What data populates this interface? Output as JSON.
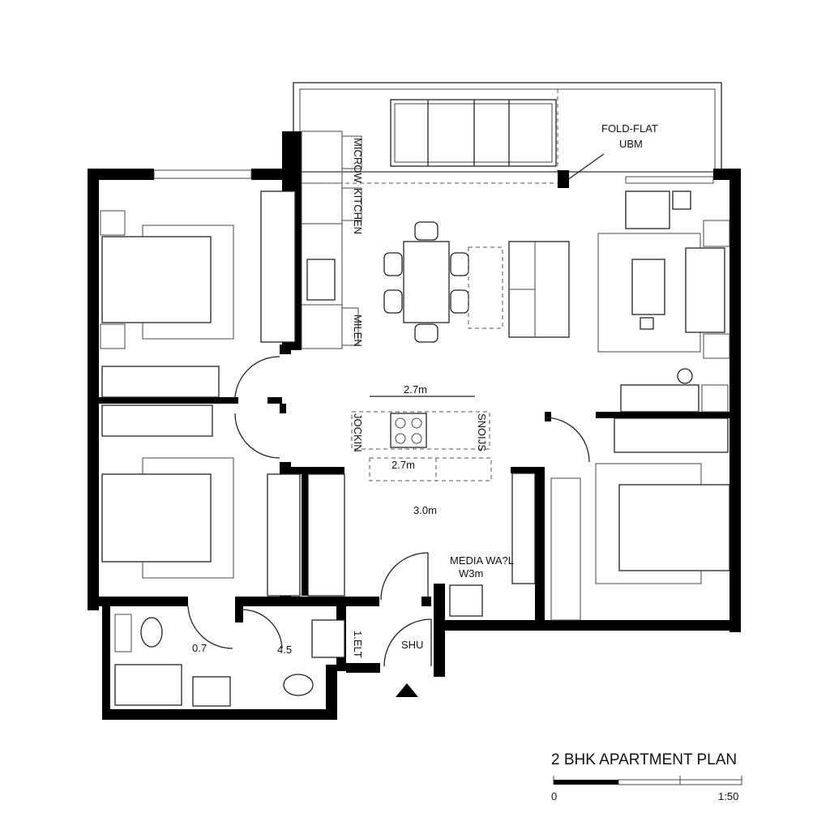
{
  "plan": {
    "title": "2 BHK APARTMENT PLAN",
    "scale_start": "0",
    "scale_ratio": "1:50",
    "labels": {
      "balcony_note_1": "FOLD-FLAT",
      "balcony_note_2": "UBM",
      "dim_top": "2.7m",
      "dim_mid": "2.7m",
      "dim_hall": "3.0m",
      "media_wall": "MEDIA WA?L",
      "media_wall_dim": "W3m",
      "bath1_dim": "0.7",
      "bath2_dim": "4.5",
      "entry": "SHU",
      "utility_vertical": "1.ELT",
      "kitchen_top_1": "MICROW",
      "kitchen_top_2": "KITCHEN",
      "kitchen_bottom": "MILEN",
      "island_left": "JOCKIN",
      "island_right": "SNOIJS"
    }
  }
}
